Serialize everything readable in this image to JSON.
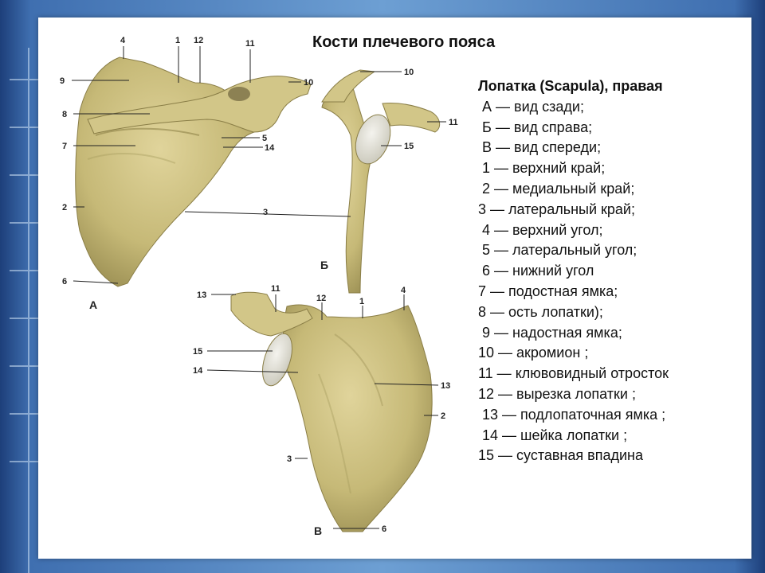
{
  "title": "Кости плечевого пояса",
  "legend": {
    "header": "Лопатка (Scapula), правая",
    "items": [
      " А — вид сзади;",
      " Б — вид справа;",
      " В — вид спереди;",
      " 1 — верхний край;",
      " 2 — медиальный край;",
      "3 — латеральный край;",
      " 4 — верхний угол;",
      " 5 — латеральный угол;",
      " 6 — нижний угол",
      "7 — подостная ямка;",
      "8 — ость лопатки);",
      " 9 — надостная ямка;",
      "10 — акромион ;",
      "11 — клювовидный отросток",
      "12 — вырезка лопатки ;",
      " 13 — подлопаточная ямка ;",
      " 14 — шейка лопатки ;",
      "15 — суставная впадина"
    ]
  },
  "figure": {
    "views": {
      "a": "А",
      "b": "Б",
      "v": "В"
    },
    "labels_a": {
      "l4": "4",
      "l1": "1",
      "l12": "12",
      "l11": "11",
      "l9": "9",
      "l10": "10",
      "l8": "8",
      "l5": "5",
      "l7": "7",
      "l14": "14",
      "l2": "2",
      "l3": "3",
      "l6": "6"
    },
    "labels_b": {
      "l10": "10",
      "l11": "11",
      "l15": "15"
    },
    "labels_v": {
      "l13a": "13",
      "l11": "11",
      "l12": "12",
      "l1": "1",
      "l4": "4",
      "l15": "15",
      "l14": "14",
      "l13b": "13",
      "l2": "2",
      "l3": "3",
      "l6": "6"
    }
  },
  "colors": {
    "bone": "#c9bd83",
    "bone_dark": "#9a8d55",
    "glenoid": "#e4e2d8",
    "card": "#ffffff"
  }
}
